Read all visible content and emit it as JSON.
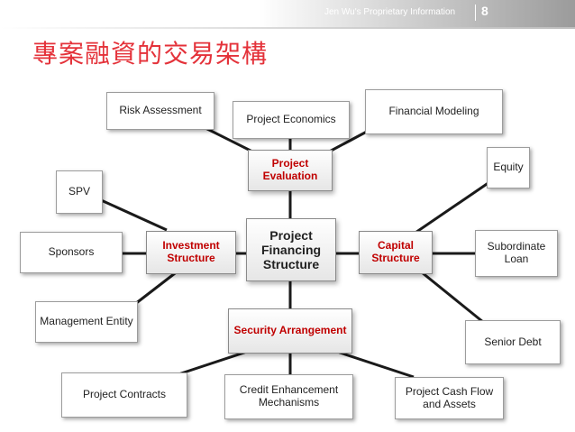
{
  "header": {
    "text": "Jen Wu's Proprietary Information",
    "page": "8"
  },
  "title": "專案融資的交易架構",
  "center": {
    "label": "Project Financing Structure"
  },
  "hubs": {
    "evaluation": "Project Evaluation",
    "investment": "Investment Structure",
    "capital": "Capital Structure",
    "security": "Security Arrangement"
  },
  "nodes": {
    "risk_assessment": "Risk Assessment",
    "project_economics": "Project Economics",
    "financial_modeling": "Financial Modeling",
    "spv": "SPV",
    "sponsors": "Sponsors",
    "management_entity": "Management Entity",
    "equity": "Equity",
    "subordinate_loan": "Subordinate Loan",
    "senior_debt": "Senior Debt",
    "project_contracts": "Project Contracts",
    "credit_enhancement": "Credit Enhancement Mechanisms",
    "cash_flow": "Project Cash Flow and Assets"
  },
  "colors": {
    "title": "#e4323a",
    "hub_text": "#c00000",
    "connector": "#1a1a1a",
    "box_border": "#9c9c9c"
  }
}
